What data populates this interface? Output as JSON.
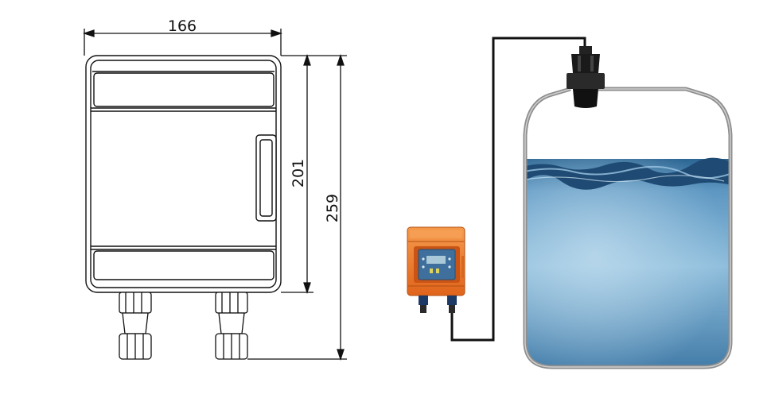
{
  "dimensions": {
    "width_label": "166",
    "inner_height_label": "201",
    "total_height_label": "259"
  },
  "colors": {
    "outline": "#111111",
    "housing_fill": "#ffffff",
    "transmitter_orange": "#f07a2a",
    "transmitter_panel": "#4a7fb0",
    "tank_wall": "#9a9a9a",
    "water_top": "#1f4f7a",
    "water_body": "#6fa6cc",
    "cable": "#111111"
  },
  "icons": {
    "sensor": "ultrasonic-sensor-icon",
    "transmitter": "transmitter-box-icon",
    "tank": "tank-icon"
  }
}
